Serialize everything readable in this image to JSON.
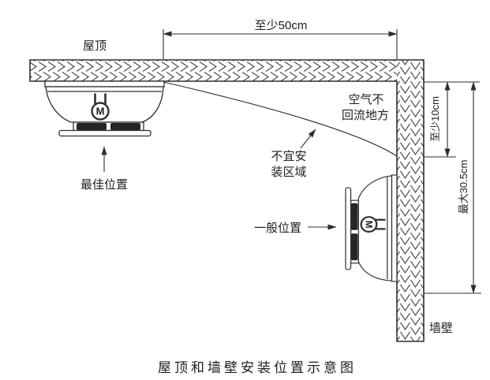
{
  "figure": {
    "caption": "屋顶和墙壁安装位置示意图",
    "labels": {
      "roof": "屋顶",
      "wall": "墙壁",
      "best_position": "最佳位置",
      "general_position": "一般位置",
      "air_no_backflow_line1": "空气不",
      "air_no_backflow_line2": "回流地方",
      "no_install_zone_line1": "不宜安",
      "no_install_zone_line2": "装区域"
    },
    "dimensions": {
      "min_distance_from_wall": "至少50cm",
      "min_distance_below_ceiling": "至少10cm",
      "max_distance_below_ceiling": "最大30.5cm"
    },
    "detector_monogram": "M",
    "colors": {
      "line": "#2f2f2f",
      "vent_fill": "#262626",
      "background": "#ffffff"
    }
  }
}
